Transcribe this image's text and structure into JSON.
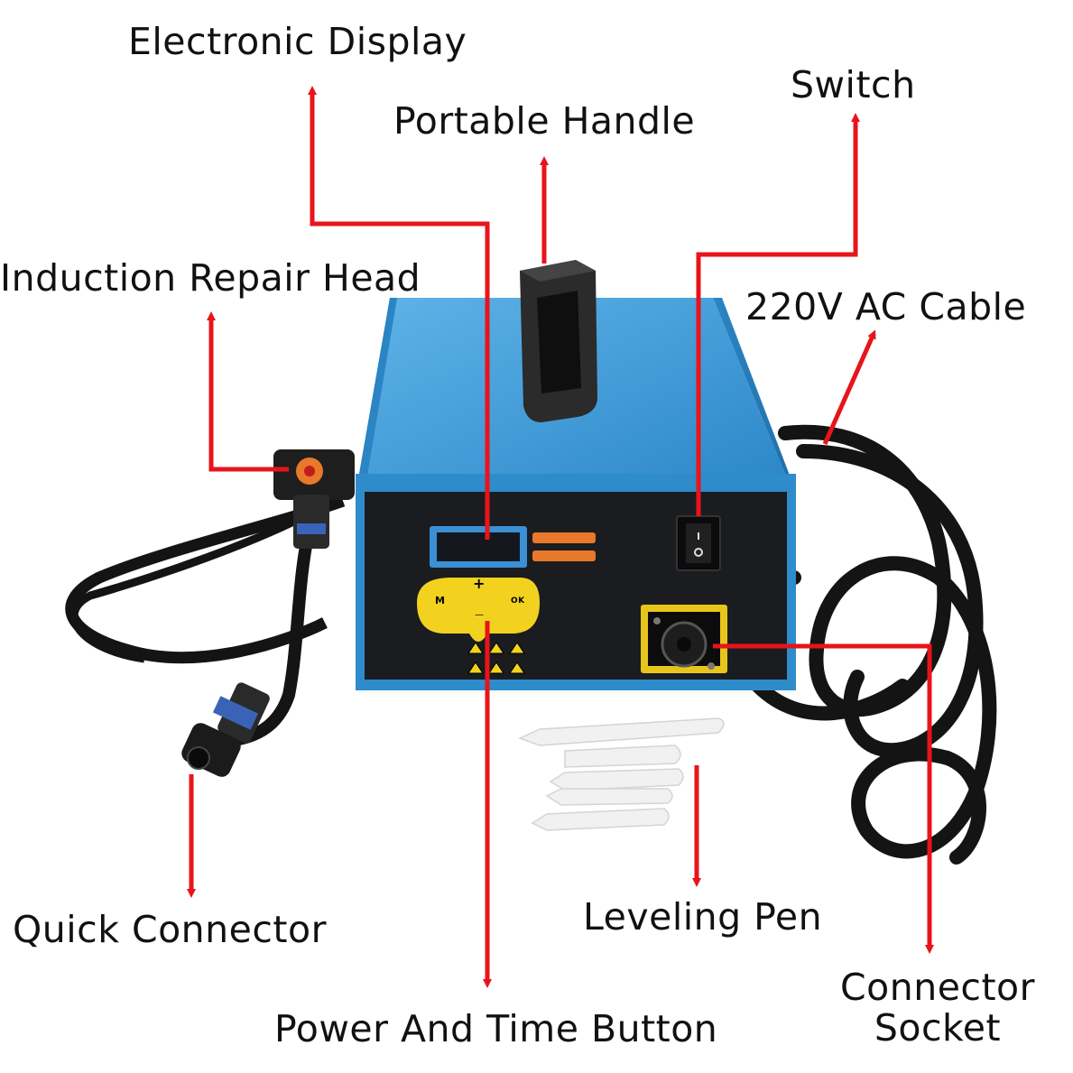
{
  "labels": {
    "electronic_display": "Electronic Display",
    "portable_handle": "Portable Handle",
    "switch": "Switch",
    "induction_repair_head": "Induction Repair Head",
    "ac_cable": "220V AC Cable",
    "quick_connector": "Quick Connector",
    "leveling_pen": "Leveling Pen",
    "power_time_button": "Power And Time Button",
    "connector_socket_line1": "Connector",
    "connector_socket_line2": "Socket"
  },
  "buttons": {
    "plus": "+",
    "minus": "—",
    "mode": "M",
    "ok": "OK"
  },
  "colors": {
    "arrow": "#e8141b",
    "case_blue": "#2f8fce",
    "front_panel": "#1a1c20",
    "keypad_yellow": "#f2d21e",
    "display_orange": "#e8782a",
    "display_blue": "#3b8fd4",
    "cable": "#141414",
    "pen": "#f1f1f1"
  },
  "icons": [
    "warning-icon",
    "rocker-switch-icon",
    "speakon-socket-icon"
  ]
}
